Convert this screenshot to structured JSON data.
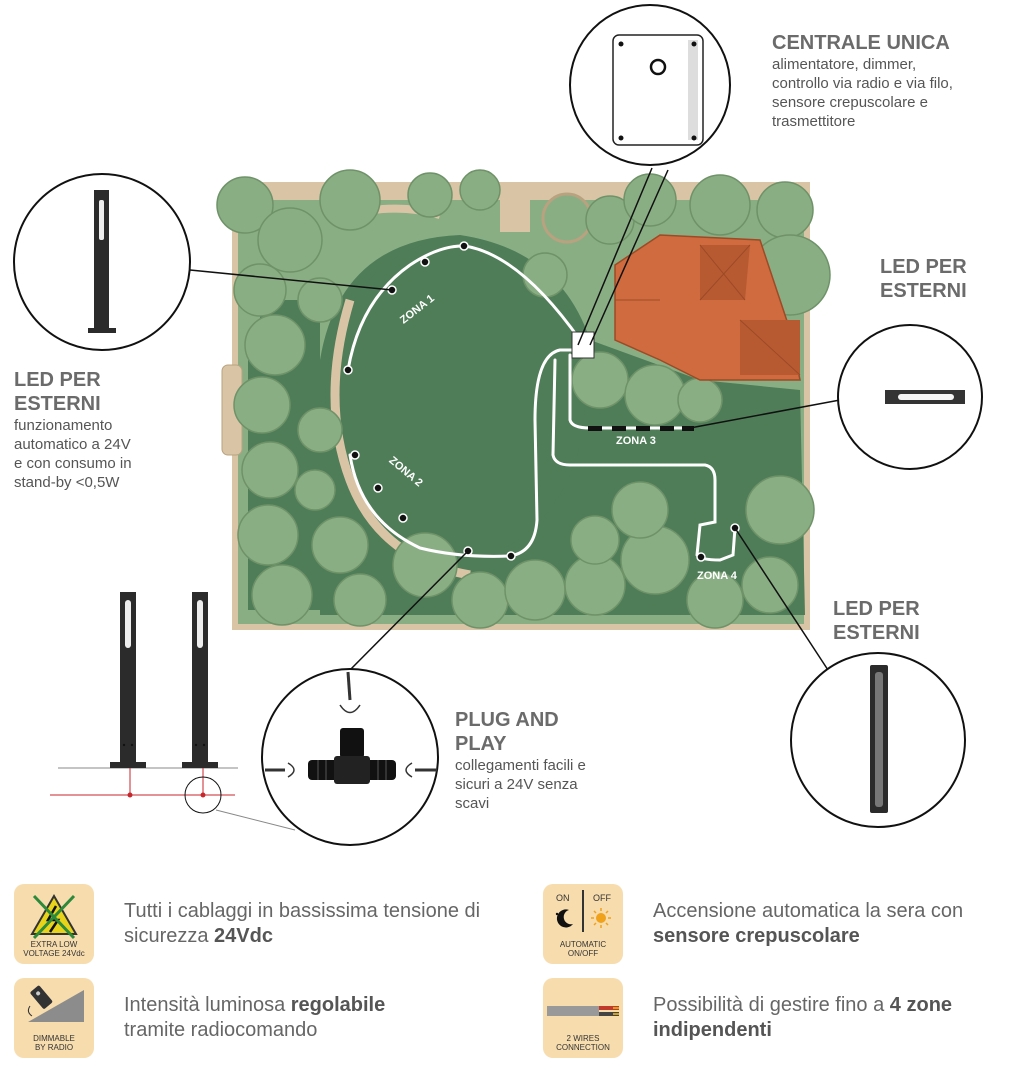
{
  "callouts": {
    "central": {
      "title": "CENTRALE UNICA",
      "desc": [
        "alimentatore, dimmer,",
        "controllo via radio e via filo,",
        "sensore crepuscolare e",
        "trasmettitore"
      ]
    },
    "led_left": {
      "title": [
        "LED PER",
        "ESTERNI"
      ],
      "desc": [
        "funzionamento",
        "automatico a 24V",
        "e con consumo in",
        "stand-by <0,5W"
      ]
    },
    "led_right_top": {
      "title": [
        "LED PER",
        "ESTERNI"
      ]
    },
    "led_right_bottom": {
      "title": [
        "LED PER",
        "ESTERNI"
      ]
    },
    "plug": {
      "title": [
        "PLUG AND",
        "PLAY"
      ],
      "desc": [
        "collegamenti facili e",
        "sicuri a 24V senza",
        "scavi"
      ]
    }
  },
  "zones": [
    "ZONA 1",
    "ZONA 2",
    "ZONA 3",
    "ZONA 4"
  ],
  "features": [
    {
      "icon": "extra-low-voltage-icon",
      "caption": [
        "EXTRA LOW",
        "VOLTAGE 24Vdc"
      ],
      "text_before": "Tutti i cablaggi in bassissima tensione di sicurezza ",
      "text_bold": "24Vdc",
      "text_after": ""
    },
    {
      "icon": "day-night-sensor-icon",
      "caption": [
        "AUTOMATIC",
        "ON/OFF"
      ],
      "on": "ON",
      "off": "OFF",
      "text_before": "Accensione automatica la sera con ",
      "text_bold": "sensore crepuscolare",
      "text_after": ""
    },
    {
      "icon": "dimmable-radio-icon",
      "caption": [
        "DIMMABLE",
        "BY RADIO"
      ],
      "text_before": "Intensità luminosa ",
      "text_bold": "regolabile",
      "text_after": " tramite radiocomando"
    },
    {
      "icon": "two-wires-icon",
      "caption": [
        "2 WIRES",
        "CONNECTION"
      ],
      "text_before": "Possibilità di gestire fino a ",
      "text_bold": "4 zone indipendenti",
      "text_after": ""
    }
  ],
  "colors": {
    "lawn": "#4e7d58",
    "tree": "#8aae84",
    "path": "#d9c5a6",
    "roof": "#cf6b3e",
    "badge": "#f7dcae",
    "heading": "#6b6b6b"
  }
}
